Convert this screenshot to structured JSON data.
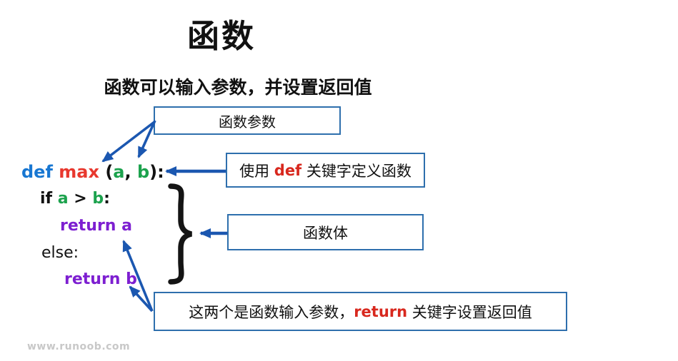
{
  "colors": {
    "arrow_blue": "#1b57b0",
    "box_border": "#2e6fad",
    "keyword_blue": "#1877d2",
    "func_red": "#e8382e",
    "param_green": "#1ca24d",
    "return_purple": "#7d1fd1",
    "label_red": "#d8281e",
    "brace_black": "#141414",
    "watermark_gray": "#c8c8c8"
  },
  "header": {
    "title": "函数",
    "subtitle": "函数可以输入参数，并设置返回值"
  },
  "callouts": {
    "params": {
      "label": "函数参数"
    },
    "def": {
      "prefix": "使用 ",
      "keyword": "def",
      "suffix": " 关键字定义函数"
    },
    "body": {
      "label": "函数体"
    },
    "return": {
      "prefix": "这两个是函数输入参数，",
      "keyword": "return",
      "suffix": " 关键字设置返回值"
    }
  },
  "code": {
    "lines": [
      {
        "tokens": [
          {
            "t": "def"
          },
          {
            "t": " max "
          },
          {
            "t": "("
          },
          {
            "t": "a"
          },
          {
            "t": ", "
          },
          {
            "t": "b"
          },
          {
            "t": "):"
          }
        ]
      },
      {
        "tokens": [
          {
            "t": "if "
          },
          {
            "t": "a"
          },
          {
            "t": " > "
          },
          {
            "t": "b"
          },
          {
            "t": ":"
          }
        ]
      },
      {
        "tokens": [
          {
            "t": "return a"
          }
        ]
      },
      {
        "tokens": [
          {
            "t": "else:"
          }
        ]
      },
      {
        "tokens": [
          {
            "t": "return b"
          }
        ]
      }
    ]
  },
  "footer": {
    "watermark": "www.runoob.com"
  }
}
